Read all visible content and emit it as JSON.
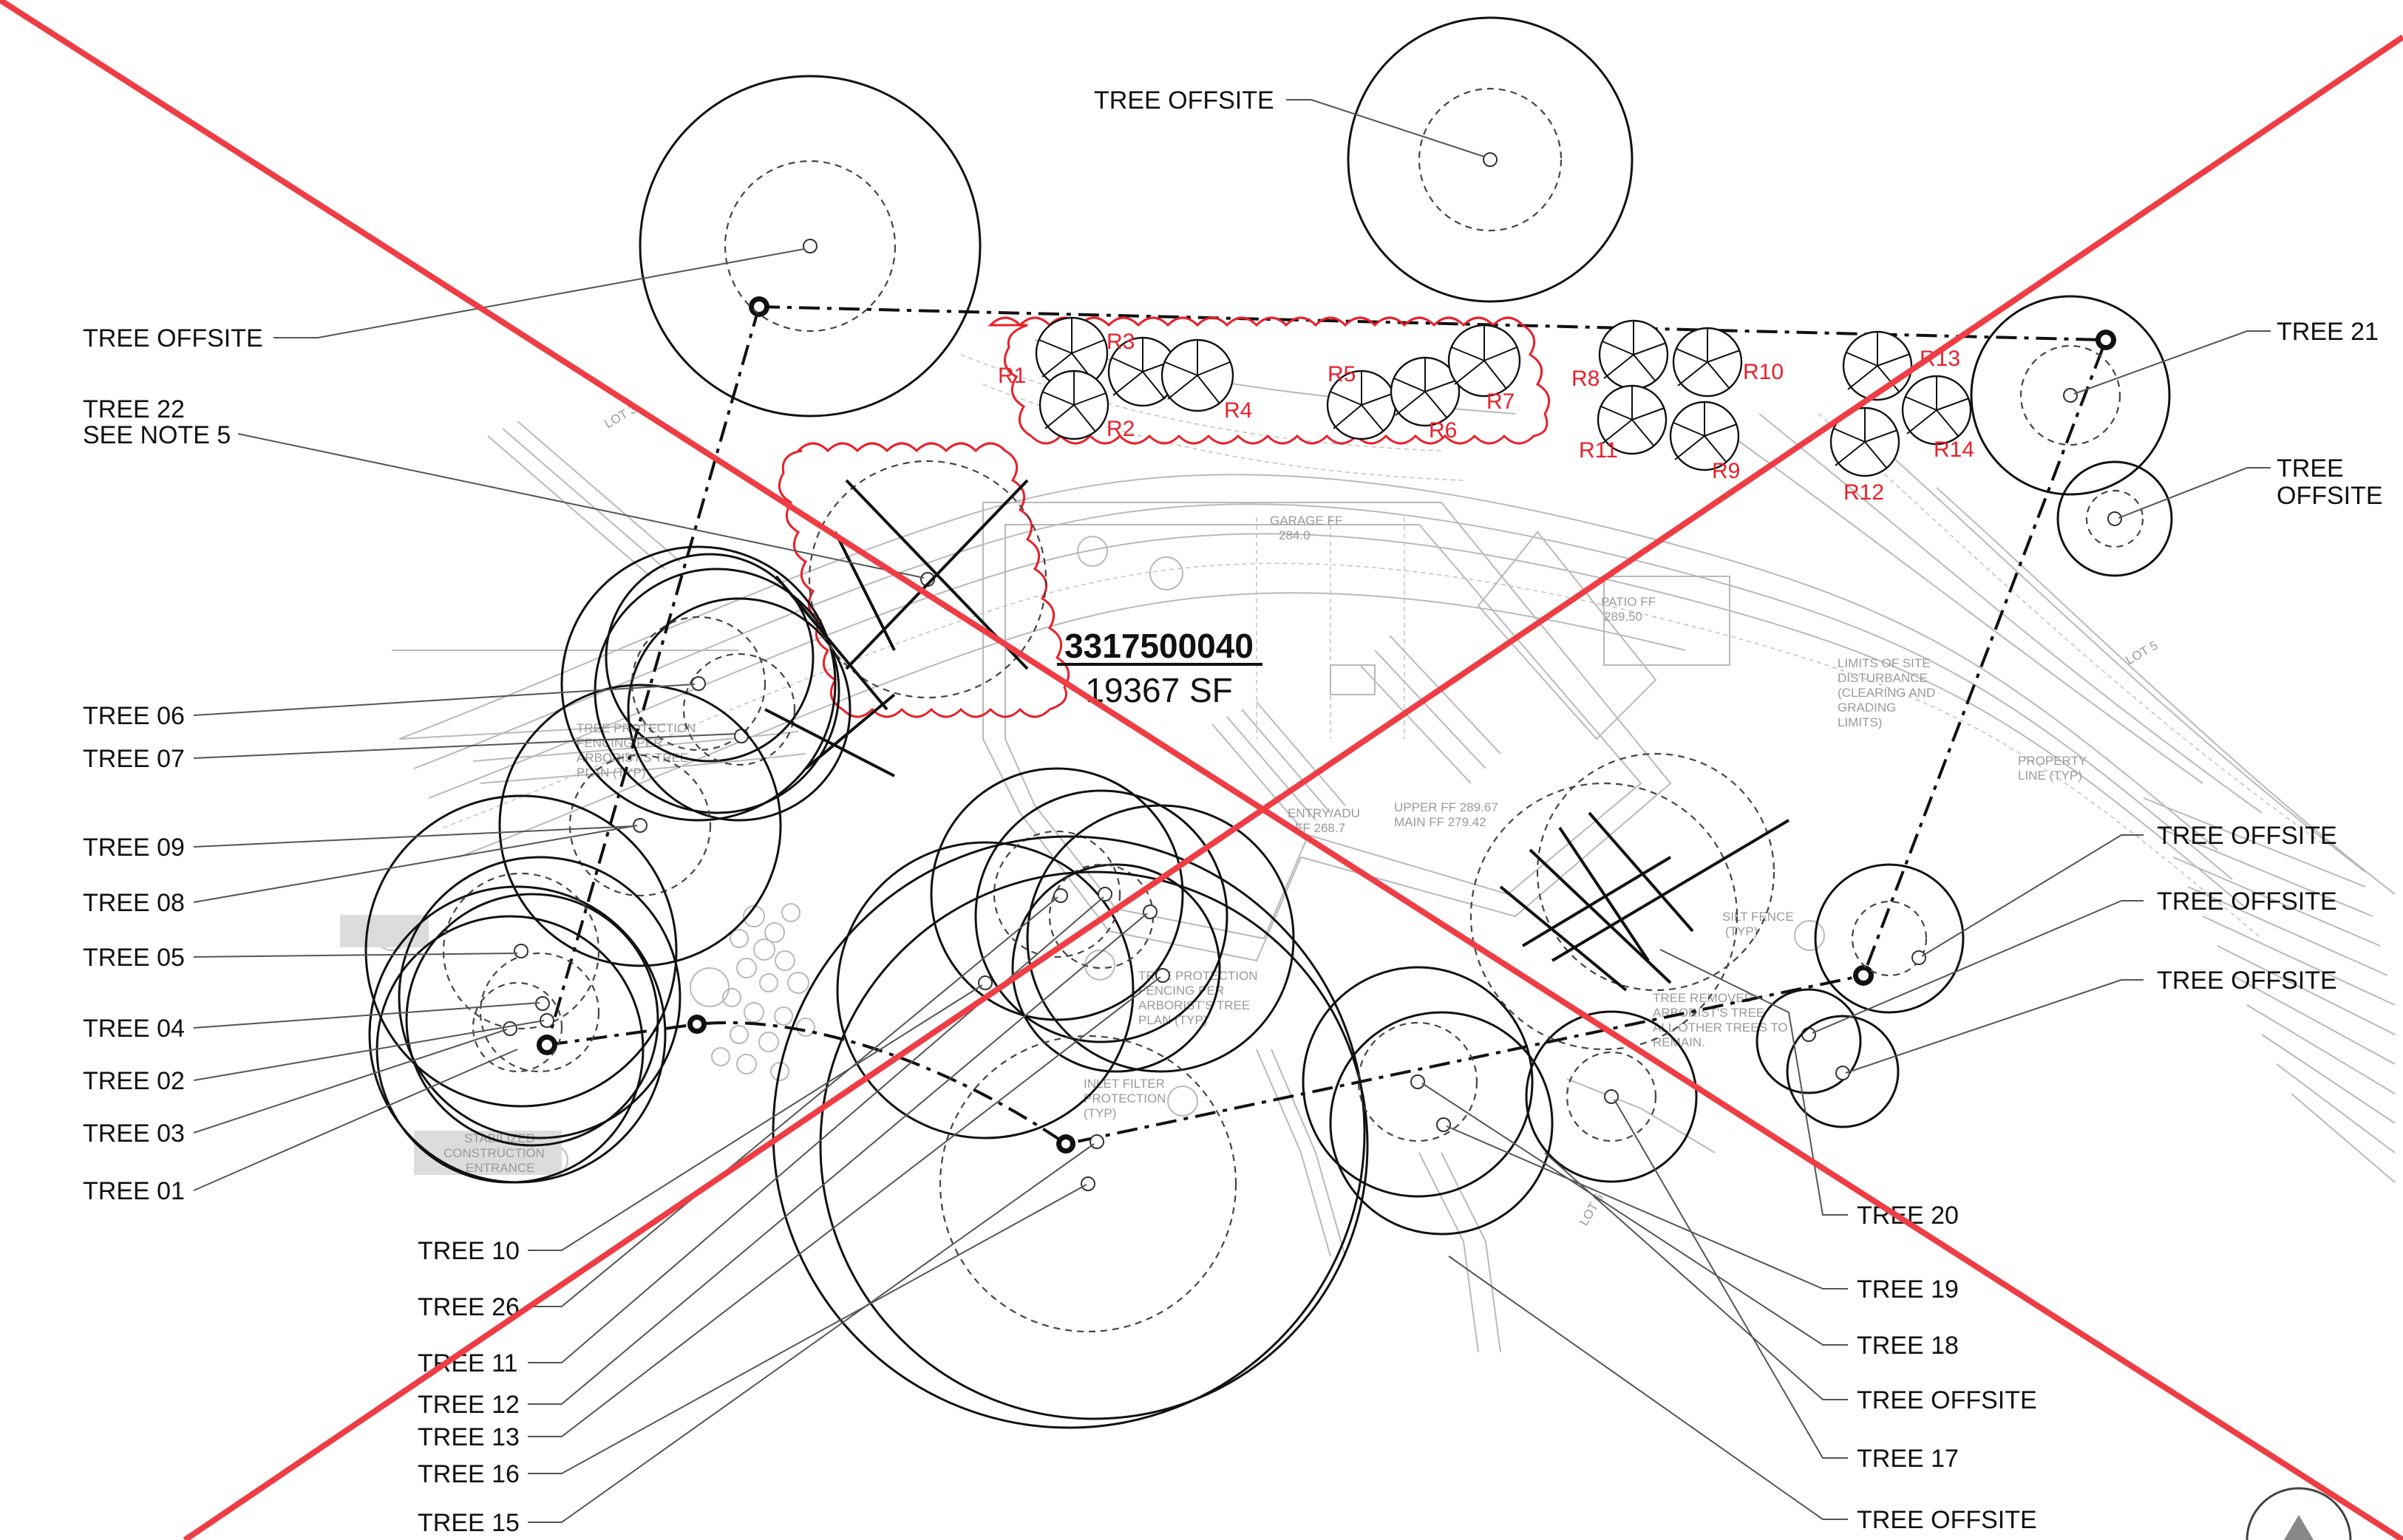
{
  "parcel": {
    "id": "3317500040",
    "area": "19367 SF"
  },
  "labels": {
    "offsite_top": "TREE OFFSITE",
    "offsite_nw": "TREE OFFSITE",
    "tree22_line1": "TREE 22",
    "tree22_line2": "SEE NOTE 5",
    "t06": "TREE 06",
    "t07": "TREE 07",
    "t09": "TREE 09",
    "t08": "TREE 08",
    "t05": "TREE 05",
    "t04": "TREE 04",
    "t02": "TREE 02",
    "t03": "TREE 03",
    "t01": "TREE 01",
    "t10": "TREE 10",
    "t26": "TREE 26",
    "t11": "TREE 11",
    "t12": "TREE 12",
    "t13": "TREE 13",
    "t16": "TREE 16",
    "t15": "TREE 15",
    "t21": "TREE 21",
    "offsite_ne_line1": "TREE",
    "offsite_ne_line2": "OFFSITE",
    "offsite_e1": "TREE OFFSITE",
    "offsite_e2": "TREE OFFSITE",
    "offsite_e3": "TREE OFFSITE",
    "t20": "TREE 20",
    "t19": "TREE 19",
    "t18": "TREE 18",
    "offsite_se1": "TREE OFFSITE",
    "t17": "TREE 17",
    "offsite_se2": "TREE OFFSITE"
  },
  "removed_trees": [
    "R1",
    "R2",
    "R3",
    "R4",
    "R5",
    "R6",
    "R7",
    "R8",
    "R9",
    "R10",
    "R11",
    "R12",
    "R13",
    "R14"
  ],
  "annotations": {
    "garage": "GARAGE FF",
    "garage_el": "284.0",
    "patio": "PATIO FF",
    "patio_el": "289.50",
    "entry": "ENTRY/ADU",
    "entry_el": "FF 268.7",
    "upper": "UPPER FF 289.67",
    "main": "MAIN FF 279.42",
    "limits_1": "LIMITS OF SITE",
    "limits_2": "DISTURBANCE",
    "limits_3": "(CLEARING AND",
    "limits_4": "GRADING",
    "limits_5": "LIMITS)",
    "propline_1": "PROPERTY",
    "propline_2": "LINE (TYP)",
    "silt_1": "SILT FENCE",
    "silt_2": "(TYP)",
    "treeprot_1": "TREE PROTECTION",
    "treeprot_2": "FENCING PER",
    "treeprot_3": "ARBORIST'S TREE",
    "treeprot_4": "PLAN (TYP)",
    "inlet_1": "INLET FILTER",
    "inlet_2": "PROTECTION",
    "inlet_3": "(TYP)",
    "stab_1": "STABILIZED",
    "stab_2": "CONSTRUCTION",
    "stab_3": "ENTRANCE",
    "removed_1": "TREE REMOVED",
    "removed_2": "ARBORIST'S TREE",
    "removed_3": "ALL OTHER TREES TO",
    "removed_4": "REMAIN.",
    "lot3": "LOT 3",
    "lot5": "LOT 5",
    "lot6": "LOT 6"
  },
  "colors": {
    "markup_red": "#e8202a",
    "strike_red": "#ee3d44",
    "ink": "#111111",
    "background_gray": "#b9b9b9"
  }
}
